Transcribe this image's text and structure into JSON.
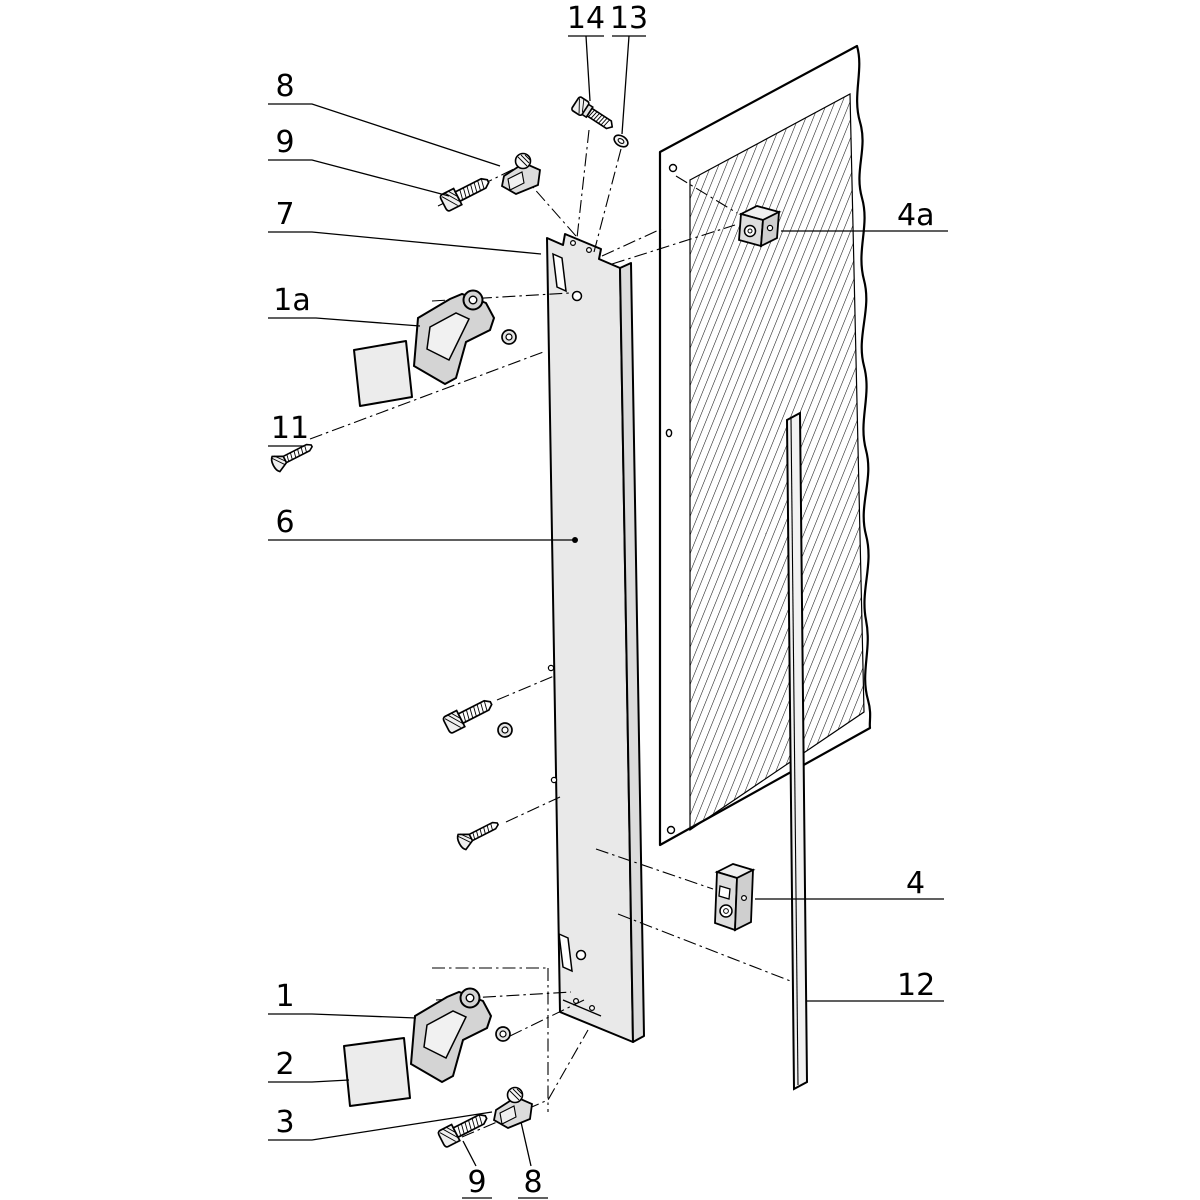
{
  "diagram": {
    "kind": "exploded-assembly-technical-drawing",
    "background": "#ffffff",
    "line_color": "#000000",
    "fill_light": "#ededed",
    "fill_mid": "#d4d4d4"
  },
  "callouts": {
    "c14": {
      "text": "14"
    },
    "c13": {
      "text": "13"
    },
    "c8_top": {
      "text": "8"
    },
    "c9_top": {
      "text": "9"
    },
    "c7": {
      "text": "7"
    },
    "c1a": {
      "text": "1a"
    },
    "c11": {
      "text": "11"
    },
    "c6": {
      "text": "6"
    },
    "c4a": {
      "text": "4a"
    },
    "c4": {
      "text": "4"
    },
    "c12": {
      "text": "12"
    },
    "c1": {
      "text": "1"
    },
    "c2": {
      "text": "2"
    },
    "c3": {
      "text": "3"
    },
    "c9_bottom": {
      "text": "9"
    },
    "c8_bottom": {
      "text": "8"
    }
  }
}
